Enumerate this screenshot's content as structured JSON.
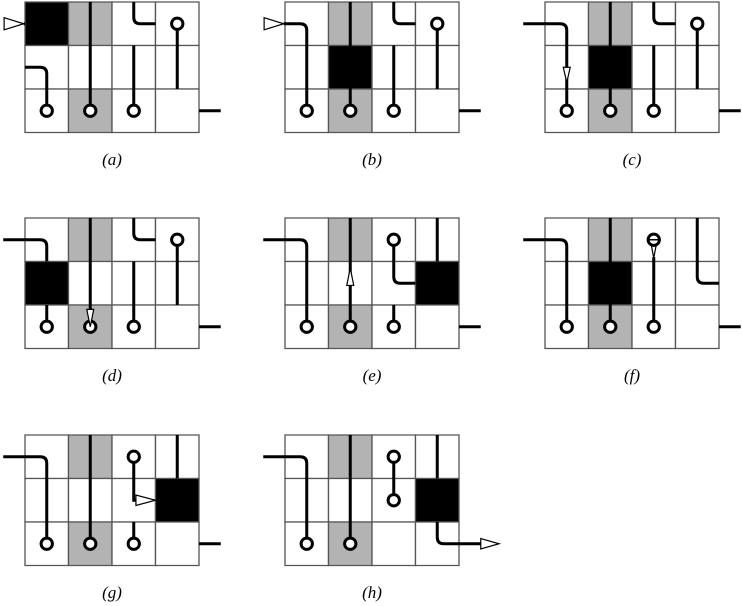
{
  "colors": {
    "black": "#000000",
    "gray": "#b3b3b3",
    "white": "#ffffff",
    "grid": "#555555"
  },
  "panels": [
    {
      "label": "(a)",
      "cells": [
        [
          "black",
          "gray",
          "white",
          "white"
        ],
        [
          "white",
          "white",
          "white",
          "white"
        ],
        [
          "white",
          "gray",
          "white",
          "white"
        ]
      ]
    },
    {
      "label": "(b)",
      "cells": [
        [
          "white",
          "gray",
          "white",
          "white"
        ],
        [
          "white",
          "black",
          "white",
          "white"
        ],
        [
          "white",
          "gray",
          "white",
          "white"
        ]
      ]
    },
    {
      "label": "(c)",
      "cells": [
        [
          "white",
          "gray",
          "white",
          "white"
        ],
        [
          "white",
          "black",
          "white",
          "white"
        ],
        [
          "white",
          "gray",
          "white",
          "white"
        ]
      ]
    },
    {
      "label": "(d)",
      "cells": [
        [
          "white",
          "gray",
          "white",
          "white"
        ],
        [
          "black",
          "white",
          "white",
          "white"
        ],
        [
          "white",
          "gray",
          "white",
          "white"
        ]
      ]
    },
    {
      "label": "(e)",
      "cells": [
        [
          "white",
          "gray",
          "white",
          "white"
        ],
        [
          "white",
          "white",
          "white",
          "black"
        ],
        [
          "white",
          "gray",
          "white",
          "white"
        ]
      ]
    },
    {
      "label": "(f)",
      "cells": [
        [
          "white",
          "gray",
          "white",
          "white"
        ],
        [
          "white",
          "black",
          "white",
          "white"
        ],
        [
          "white",
          "gray",
          "white",
          "white"
        ]
      ]
    },
    {
      "label": "(g)",
      "cells": [
        [
          "white",
          "gray",
          "white",
          "white"
        ],
        [
          "white",
          "white",
          "white",
          "black"
        ],
        [
          "white",
          "gray",
          "white",
          "white"
        ]
      ]
    },
    {
      "label": "(h)",
      "cells": [
        [
          "white",
          "gray",
          "white",
          "white"
        ],
        [
          "white",
          "white",
          "white",
          "black"
        ],
        [
          "white",
          "gray",
          "white",
          "white"
        ]
      ]
    }
  ]
}
